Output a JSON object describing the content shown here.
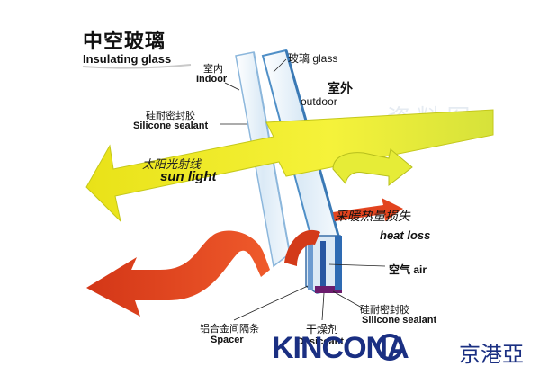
{
  "title": {
    "zh": "中空玻璃",
    "en": "Insulating glass"
  },
  "labels": {
    "indoor": {
      "zh": "室内",
      "en": "Indoor"
    },
    "glass": "玻璃  glass",
    "outdoor": {
      "zh": "室外",
      "en": "outdoor"
    },
    "silicone_top": {
      "zh": "硅耐密封胶",
      "en": "Silicone sealant"
    },
    "sun_light": {
      "zh": "太阳光射线",
      "en": "sun light"
    },
    "heat_loss": {
      "zh": "采暖热量损失",
      "en": "heat loss"
    },
    "air": "空气 air",
    "silicone_bottom": {
      "zh": "硅耐密封胶",
      "en": "Silicone sealant"
    },
    "spacer": {
      "zh": "铝合金间隔条",
      "en": "Spacer"
    },
    "desiccant": {
      "zh": "干燥剂",
      "en": "Desiccant"
    }
  },
  "brand": {
    "latin": "KINCONA",
    "cjk": "京港亞"
  },
  "colors": {
    "sun_arrow": "#f2ee1a",
    "heat_arrow": "#e3401f",
    "glass": "#cfe3f3",
    "glass_edge": "#4f8fc7",
    "brand": "#1a2f82",
    "brand_accent": "#d7261d"
  }
}
